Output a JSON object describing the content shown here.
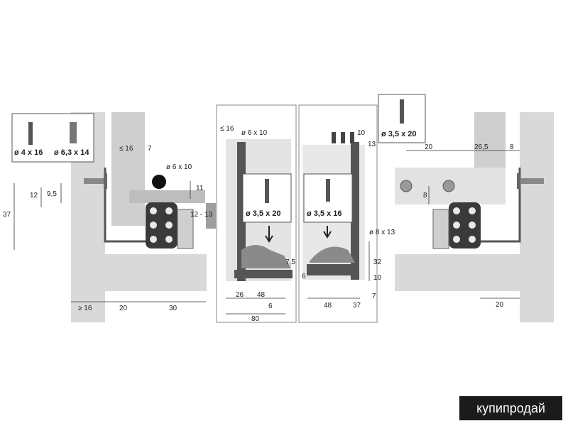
{
  "screws": {
    "left_a": "ø 4 x 16",
    "left_b": "ø 6,3 x 14",
    "center_left": "ø 3,5 x 20",
    "center_right": "ø 3,5 x 16",
    "top_right": "ø 3,5 x 20"
  },
  "dims": {
    "le16_top": "≤ 16",
    "d7": "7",
    "phi6x10_a": "ø 6 x 10",
    "d11": "11",
    "d12": "12",
    "d9_5": "9,5",
    "d37": "37",
    "d12_13": "12 - 13",
    "ge16": "≥ 16",
    "d20_left": "20",
    "d30": "30",
    "le16_panel": "≤ 16",
    "phi6x10_b": "ø 6 x 10",
    "d7_5": "7,5",
    "d26": "26",
    "d48_a": "48",
    "d6_a": "6",
    "d80": "80",
    "d10_top": "10",
    "d13": "13",
    "phi8x13": "ø 8 x 13",
    "d32": "32",
    "d10_bot": "10",
    "d6_b": "6",
    "d48_b": "48",
    "d37_b": "37",
    "d7_b": "7",
    "d20_right_top": "20",
    "d26_5": "26,5",
    "d8_top": "8",
    "d8_side": "8",
    "d20_right_bot": "20"
  },
  "watermark": "купипродай"
}
